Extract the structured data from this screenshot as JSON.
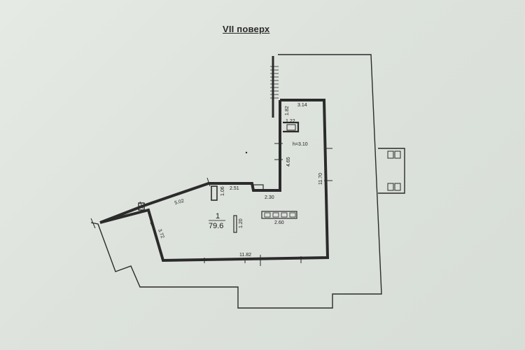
{
  "floor_title": "VII поверх",
  "room": {
    "number": "1",
    "area": "79.6",
    "ceiling_height": "h=3.10"
  },
  "dimensions": {
    "d_3_14": "3.14",
    "d_1_82": "1.82",
    "d_1_22": "1.22",
    "d_4_65": "4.65",
    "d_11_70": "11.70",
    "d_2_51": "2.51",
    "d_1_06": "1.06",
    "d_2_30": "2.30",
    "d_5_02": "5.02",
    "d_3_72": "3.72",
    "d_1_20": "1.20",
    "d_2_60": "2.60",
    "d_11_82": "11.82"
  },
  "colors": {
    "paper": "#dfe4df",
    "ink": "#2b2b2b"
  }
}
